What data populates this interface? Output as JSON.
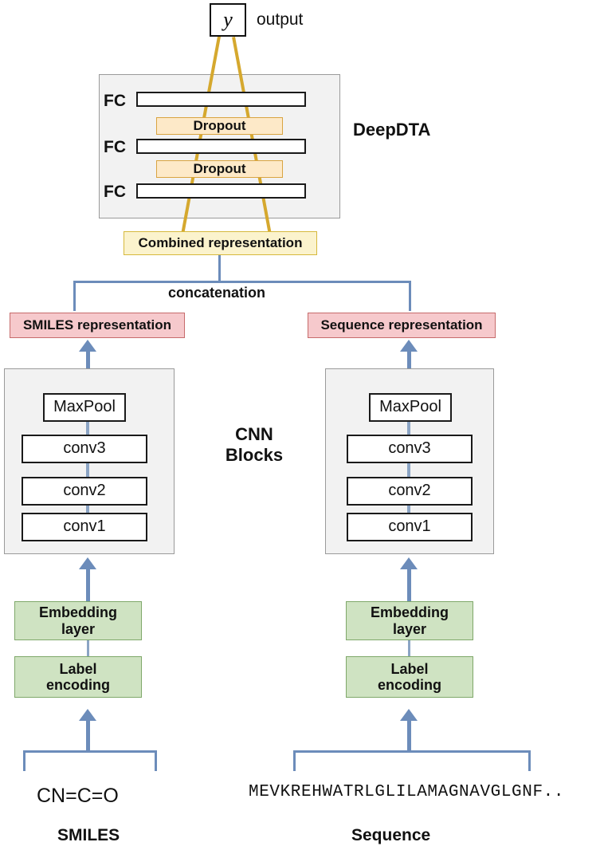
{
  "diagram": {
    "title": "DeepDTA architecture",
    "colors": {
      "panel_fill": "#f2f2f2",
      "panel_border": "#9a9a9a",
      "dropout_fill": "#fde9c8",
      "dropout_border": "#d9a441",
      "gold_line": "#d5a82e",
      "combined_fill": "#fbf3cd",
      "combined_border": "#d6b93c",
      "representation_fill": "#f6c9cc",
      "representation_border": "#c66b6b",
      "green_fill": "#cfe3c2",
      "green_border": "#7fa86a",
      "connector_blue": "#6c8cba",
      "box_border": "#1a1a1a"
    }
  },
  "output": {
    "node_label": "y",
    "caption": "output"
  },
  "deepdta": {
    "panel_label": "DeepDTA",
    "layers": [
      {
        "type": "fc",
        "label": "FC"
      },
      {
        "type": "dropout",
        "label": "Dropout"
      },
      {
        "type": "fc",
        "label": "FC"
      },
      {
        "type": "dropout",
        "label": "Dropout"
      },
      {
        "type": "fc",
        "label": "FC"
      }
    ],
    "fc_labels": [
      "FC",
      "FC",
      "FC"
    ],
    "dropout_labels": [
      "Dropout",
      "Dropout"
    ]
  },
  "combined": {
    "label": "Combined representation"
  },
  "concatenation": {
    "label": "concatenation"
  },
  "branches": {
    "left": {
      "representation": "SMILES representation",
      "cnn_boxes": [
        "MaxPool",
        "conv3",
        "conv2",
        "conv1"
      ],
      "embedding": "Embedding\nlayer",
      "embedding_line1": "Embedding",
      "embedding_line2": "layer",
      "encoding_line1": "Label",
      "encoding_line2": "encoding",
      "input_value": "CN=C=O",
      "input_caption": "SMILES"
    },
    "right": {
      "representation": "Sequence representation",
      "cnn_boxes": [
        "MaxPool",
        "conv3",
        "conv2",
        "conv1"
      ],
      "embedding_line1": "Embedding",
      "embedding_line2": "layer",
      "encoding_line1": "Label",
      "encoding_line2": "encoding",
      "input_value": "MEVKREHWATRLGLILAMAGNAVGLGNF..",
      "input_caption": "Sequence"
    }
  },
  "cnn": {
    "label_line1": "CNN",
    "label_line2": "Blocks"
  }
}
